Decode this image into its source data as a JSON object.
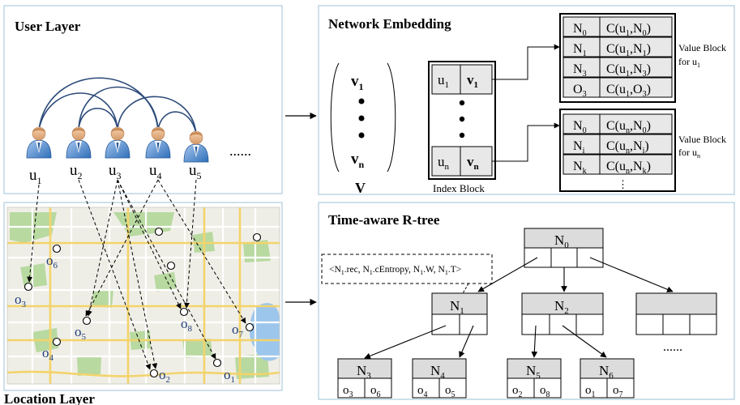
{
  "panels": {
    "user_layer": "User Layer",
    "location_layer": "Location Layer",
    "network_embedding": "Network Embedding",
    "time_aware_rtree": "Time-aware R-tree"
  },
  "users": [
    {
      "base": "u",
      "sub": "1"
    },
    {
      "base": "u",
      "sub": "2"
    },
    {
      "base": "u",
      "sub": "3"
    },
    {
      "base": "u",
      "sub": "4"
    },
    {
      "base": "u",
      "sub": "5"
    }
  ],
  "users_ellipsis": "......",
  "objects": [
    {
      "base": "o",
      "sub": "1"
    },
    {
      "base": "o",
      "sub": "2"
    },
    {
      "base": "o",
      "sub": "3"
    },
    {
      "base": "o",
      "sub": "4"
    },
    {
      "base": "o",
      "sub": "5"
    },
    {
      "base": "o",
      "sub": "6"
    },
    {
      "base": "o",
      "sub": "7"
    },
    {
      "base": "o",
      "sub": "8"
    }
  ],
  "embedding": {
    "vector_top": {
      "base": "v",
      "sub": "1"
    },
    "vector_bottom": {
      "base": "v",
      "sub": "n"
    },
    "vector_name": "V",
    "index_rows": [
      {
        "key": {
          "base": "u",
          "sub": "1"
        },
        "val": {
          "base": "v",
          "sub": "1"
        }
      },
      {
        "key": {
          "base": "u",
          "sub": "n"
        },
        "val": {
          "base": "v",
          "sub": "n"
        }
      }
    ],
    "index_block_label": "Index Block",
    "value_block_1": {
      "rows": [
        [
          "N",
          "0",
          "C(u",
          "1",
          ",N",
          "0",
          ")"
        ],
        [
          "N",
          "1",
          "C(u",
          "1",
          ",N",
          "1",
          ")"
        ],
        [
          "N",
          "3",
          "C(u",
          "1",
          ",N",
          "3",
          ")"
        ],
        [
          "O",
          "3",
          "C(u",
          "1",
          ",O",
          "3",
          ")"
        ]
      ],
      "label_line1": "Value Block",
      "label_line2_base": "for u",
      "label_line2_sub": "1"
    },
    "value_block_n": {
      "rows": [
        [
          "N",
          "0",
          "C(u",
          "n",
          ",N",
          "0",
          ")"
        ],
        [
          "N",
          "i",
          "C(u",
          "n",
          ",N",
          "i",
          ")"
        ],
        [
          "N",
          "k",
          "C(u",
          "n",
          ",N",
          "k",
          ")"
        ]
      ],
      "more": "⋮",
      "label_line1": "Value Block",
      "label_line2_base": "for u",
      "label_line2_sub": "n"
    }
  },
  "rtree": {
    "annotation": {
      "parts": [
        {
          "t": "<N"
        },
        {
          "s": "1"
        },
        {
          "t": ".rec, N"
        },
        {
          "s": "1"
        },
        {
          "t": ".cEntropy, N"
        },
        {
          "s": "1"
        },
        {
          "t": ".W, N"
        },
        {
          "s": "1"
        },
        {
          "t": ".T>"
        }
      ]
    },
    "root": {
      "base": "N",
      "sub": "0"
    },
    "level1": [
      {
        "base": "N",
        "sub": "1"
      },
      {
        "base": "N",
        "sub": "2"
      }
    ],
    "leaves": [
      {
        "base": "N",
        "sub": "3",
        "entries": [
          {
            "base": "o",
            "sub": "3"
          },
          {
            "base": "o",
            "sub": "6"
          }
        ]
      },
      {
        "base": "N",
        "sub": "4",
        "entries": [
          {
            "base": "o",
            "sub": "4"
          },
          {
            "base": "o",
            "sub": "5"
          }
        ]
      },
      {
        "base": "N",
        "sub": "5",
        "entries": [
          {
            "base": "o",
            "sub": "2"
          },
          {
            "base": "o",
            "sub": "8"
          }
        ]
      },
      {
        "base": "N",
        "sub": "6",
        "entries": [
          {
            "base": "o",
            "sub": "1"
          },
          {
            "base": "o",
            "sub": "7"
          }
        ]
      }
    ],
    "ellipsis": "......"
  }
}
